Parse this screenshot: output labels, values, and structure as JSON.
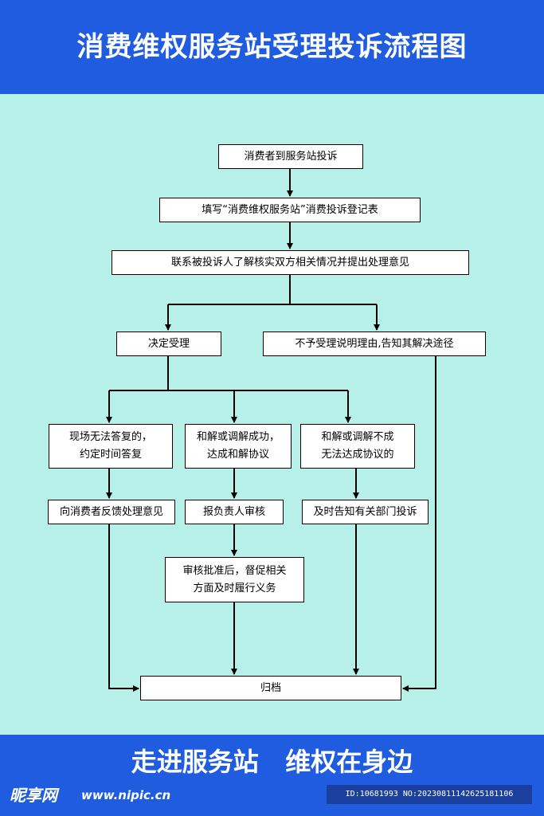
{
  "header": {
    "title": "消费维权服务站受理投诉流程图"
  },
  "flow": {
    "step_complaint": "消费者到服务站投诉",
    "step_register": "填写“消费维权服务站”消费投诉登记表",
    "step_contact": "联系被投诉人了解核实双方相关情况并提出处理意见",
    "step_accept": "决定受理",
    "step_reject": "不予受理说明理由,告知其解决途径",
    "step_no_answer": "现场无法答复的，\n约定时间答复",
    "step_settled": "和解或调解成功，\n达成和解协议",
    "step_failed": "和解或调解不成\n无法达成协议的",
    "step_feedback": "向消费者反馈处理意见",
    "step_review": "报负责人审核",
    "step_refer": "及时告知有关部门投诉",
    "step_supervise": "审核批准后，督促相关\n方面及时履行义务",
    "step_archive": "归档"
  },
  "footer": {
    "slogan": "走进服务站   维权在身边",
    "watermark_logo": "昵享网",
    "watermark_url": "www.nipic.cn",
    "image_id": "ID:10681993 NO:20230811142625181106"
  },
  "colors": {
    "header_bg": "#1f5ce0",
    "body_bg": "#b7f0e8",
    "box_bg": "#ffffff",
    "line": "#000000"
  }
}
